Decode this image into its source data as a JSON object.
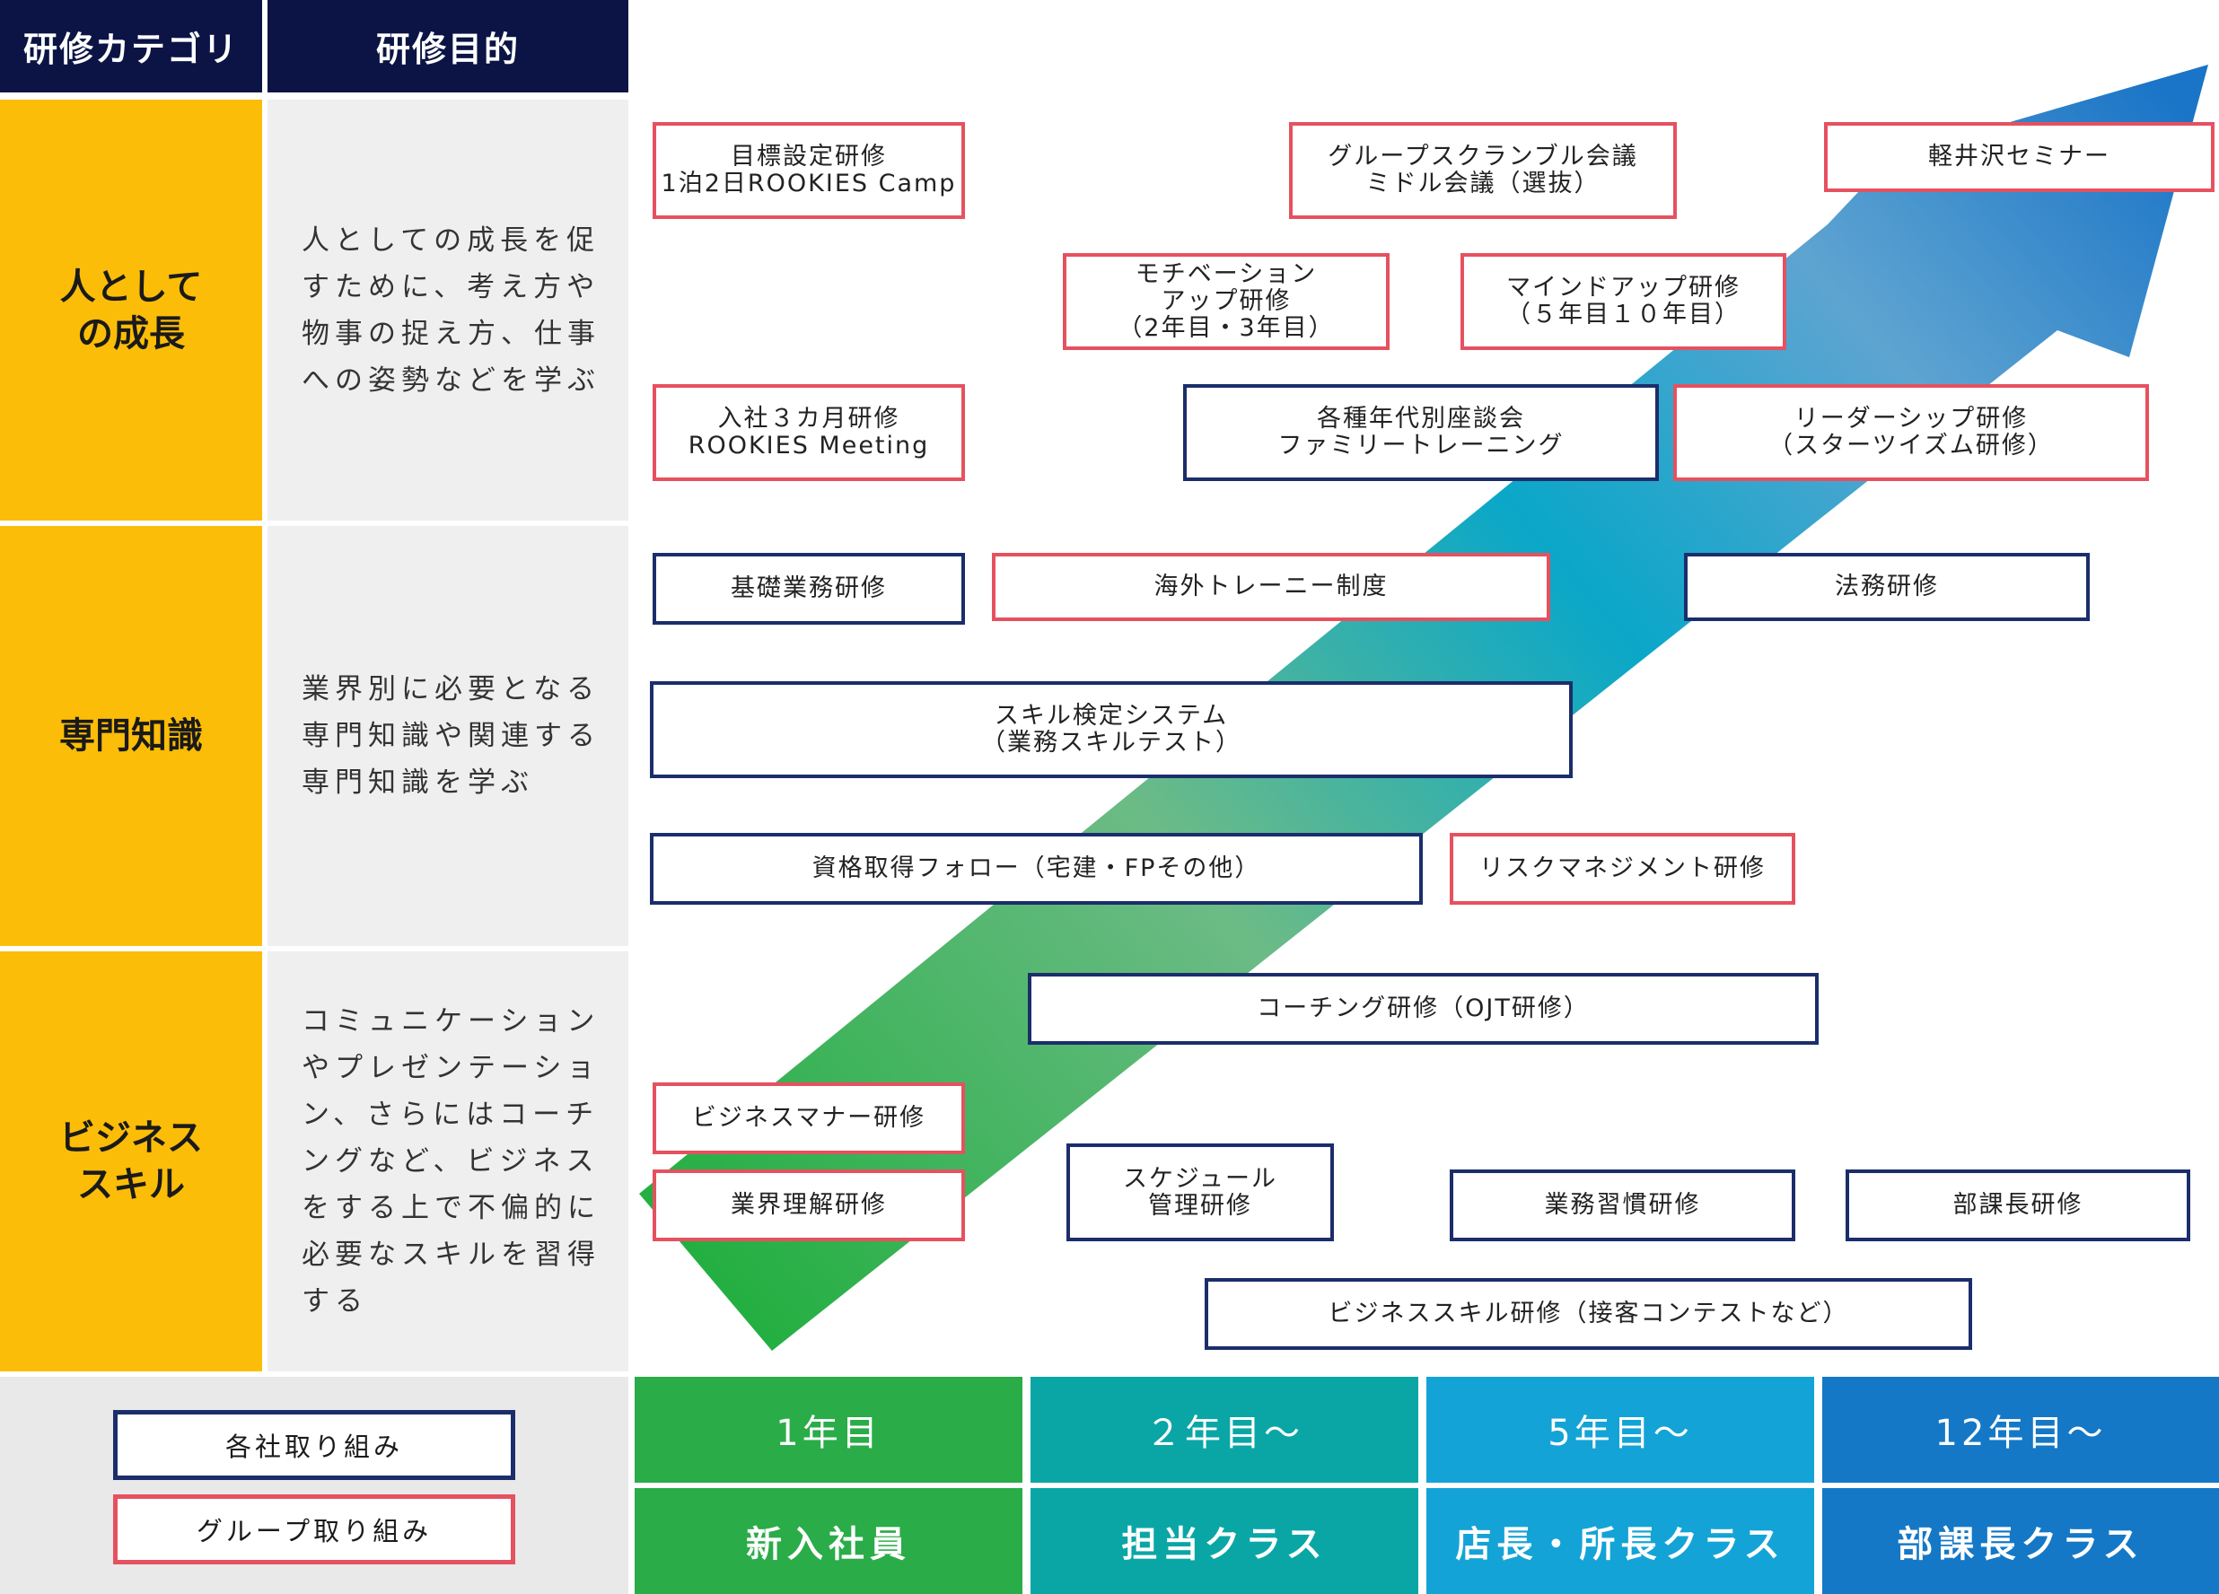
{
  "header": {
    "category_label": "研修カテゴリ",
    "purpose_label": "研修目的"
  },
  "categories": [
    {
      "name": "人として\nの成長",
      "purpose": "人としての成長を促すために、考え方や物事の捉え方、仕事への姿勢などを学ぶ"
    },
    {
      "name": "専門知識",
      "purpose": "業界別に必要となる専門知識や関連する専門知識を学ぶ"
    },
    {
      "name": "ビジネス\nスキル",
      "purpose": "コミュニケーションやプレゼンテーション、さらにはコーチングなど、ビジネスをする上で不偏的に必要なスキルを習得する"
    }
  ],
  "programs": [
    {
      "label": "目標設定研修\n1泊2日ROOKIES Camp",
      "kind": "group"
    },
    {
      "label": "グループスクランブル会議\nミドル会議（選抜）",
      "kind": "group"
    },
    {
      "label": "軽井沢セミナー",
      "kind": "group"
    },
    {
      "label": "モチベーション\nアップ研修\n（2年目・3年目）",
      "kind": "group"
    },
    {
      "label": "マインドアップ研修\n（５年目１０年目）",
      "kind": "group"
    },
    {
      "label": "入社３カ月研修\nROOKIES Meeting",
      "kind": "group"
    },
    {
      "label": "各種年代別座談会\nファミリートレーニング",
      "kind": "company"
    },
    {
      "label": "リーダーシップ研修\n（スターツイズム研修）",
      "kind": "group"
    },
    {
      "label": "基礎業務研修",
      "kind": "company"
    },
    {
      "label": "海外トレーニー制度",
      "kind": "group"
    },
    {
      "label": "法務研修",
      "kind": "company"
    },
    {
      "label": "スキル検定システム\n（業務スキルテスト）",
      "kind": "company"
    },
    {
      "label": "資格取得フォロー（宅建・FPその他）",
      "kind": "company"
    },
    {
      "label": "リスクマネジメント研修",
      "kind": "group"
    },
    {
      "label": "コーチング研修（OJT研修）",
      "kind": "company"
    },
    {
      "label": "ビジネスマナー研修",
      "kind": "group"
    },
    {
      "label": "業界理解研修",
      "kind": "group"
    },
    {
      "label": "スケジュール\n管理研修",
      "kind": "company"
    },
    {
      "label": "業務習慣研修",
      "kind": "company"
    },
    {
      "label": "部課長研修",
      "kind": "company"
    },
    {
      "label": "ビジネススキル研修（接客コンテストなど）",
      "kind": "company"
    }
  ],
  "legend": {
    "company": "各社取り組み",
    "group": "グループ取り組み"
  },
  "stages": [
    {
      "years": "1年目",
      "class": "新入社員",
      "color": "#2aac48"
    },
    {
      "years": "２年目〜",
      "class": "担当クラス",
      "color": "#0aa6a6"
    },
    {
      "years": "5年目〜",
      "class": "店長・所長クラス",
      "color": "#14a3d6"
    },
    {
      "years": "12年目〜",
      "class": "部課長クラス",
      "color": "#1478c6"
    }
  ],
  "colors": {
    "navy": "#0b1445",
    "yellow": "#fbbd08",
    "company_border": "#1b2e6b",
    "group_border": "#e65160"
  }
}
